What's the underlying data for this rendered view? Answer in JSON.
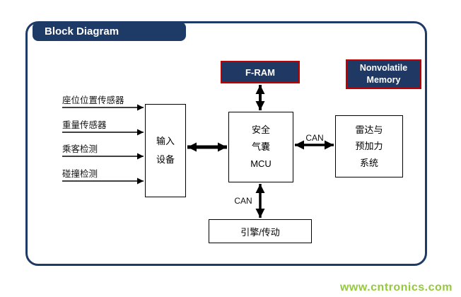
{
  "title": "Block Diagram",
  "sensors": [
    {
      "label": "座位位置传感器"
    },
    {
      "label": "重量传感器"
    },
    {
      "label": "乘客检测"
    },
    {
      "label": "碰撞检测"
    }
  ],
  "blocks": {
    "input_device": "输入\n设备",
    "mcu": "安全\n气囊\nMCU",
    "fram": "F-RAM",
    "nonvolatile": "Nonvolatile\nMemory",
    "radar": "雷达与\n预加力\n系统",
    "engine": "引擎/传动"
  },
  "bus_labels": {
    "can_right": "CAN",
    "can_bottom": "CAN"
  },
  "watermark": "www.cntronics.com",
  "colors": {
    "frame_blue": "#1e3a66",
    "memory_fill": "#1f3864",
    "memory_border": "#c00000",
    "watermark_green": "#95c93d"
  }
}
